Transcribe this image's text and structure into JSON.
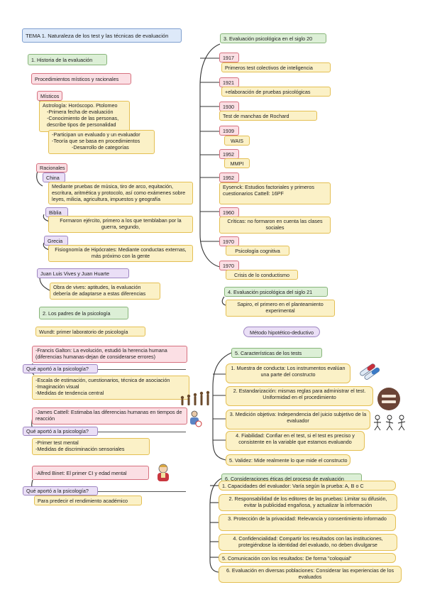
{
  "title": "TEMA 1. Naturaleza de los test y las técnicas de evaluación",
  "sec1": {
    "heading": "1. Historia de la evaluación",
    "subheading": "Procedimientos místicos y racionales",
    "misticos": {
      "label": "Místicos",
      "text1": "Astrología: Horóscopo. Ptolomeo",
      "text2": "-Primera fecha de evaluación",
      "text3": "-Conocimiento de las personas,",
      "text4": "describe tipos de personalidad",
      "text5": "-Participan un evaluado y un evaluador",
      "text6": "-Teoría que se basa en procedimientos",
      "text7": "-Desarrollo de categorías"
    },
    "racionales": {
      "label": "Racionales",
      "china_label": "China",
      "china_text": "Mediante pruebas de música, tiro de arco, equitación, escritura, aritmética y protocolo, así como exámenes sobre leyes, milicia, agricultura, impuestos y geografía",
      "biblia_label": "Biblia",
      "biblia_text": "Formaron ejército, primero a los que temblaban por la guerra, segundo,",
      "grecia_label": "Grecia",
      "grecia_text": "Fisiognomía de Hipócrates: Mediante conductas externas, más próximo con la gente"
    },
    "vives_label": "Juan Luis Vives y Juan Huarte",
    "vives_text": "Obra de vives: aptitudes, la evaluación debería de adaptarse a estas diferencias"
  },
  "sec2": {
    "heading": "2. Los padres de la psicología",
    "wundt": "Wundt: primer laboratorio de psicología",
    "question": "Qué aportó a la psicología?",
    "galton": {
      "text": "-Francis Galton: La evolución, estudió la herencia humana (diferencias humanas-dejan de considerarse errores)",
      "contrib1": "-Escala de estimación, cuestionarios, técnica de asociación",
      "contrib2": "-Imaginación visual",
      "contrib3": "-Medidas de tendencia central"
    },
    "cattell": {
      "text": "-James Cattell: Estimaba las diferencias humanas en tiempos de reacción",
      "contrib1": "-Primer test mental",
      "contrib2": "-Medidas de discriminación sensoriales"
    },
    "binet": {
      "text": "-Alfred Binet: El primer CI y edad mental",
      "contrib1": "Para predecir el rendimiento académico"
    }
  },
  "sec3": {
    "heading": "3. Evaluación psicológica en el siglo 20",
    "events": [
      {
        "year": "1917",
        "text": "Primeros test colectivos de inteligencia"
      },
      {
        "year": "1921",
        "text": "+elaboración de pruebas psicológicas"
      },
      {
        "year": "1930",
        "text": "Test de manchas de Rochard"
      },
      {
        "year": "1939",
        "text": "WAIS"
      },
      {
        "year": "1952",
        "text": "MMPI"
      },
      {
        "year": "1952",
        "text": "Eysenck: Estudios factoriales y primeros cuestionarios Cattell: 16PF"
      },
      {
        "year": "1960",
        "text": "Críticas: no formaron en cuenta las clases sociales"
      },
      {
        "year": "1970",
        "text": "Psicología cognitiva"
      },
      {
        "year": "1970",
        "text": "Crisis de lo conductismo"
      }
    ]
  },
  "sec4": {
    "heading": "4. Evaluación psicológica del siglo 21",
    "text": "Sapiro, el primero en el planteamiento experimental",
    "method": "Método hipotético-deductivo"
  },
  "sec5": {
    "heading": "5. Características de los tests",
    "items": [
      "1. Muestra de conducta: Los instrumentos evalúan una parte del constructo",
      "2. Estandarización: mismas reglas para administrar el test. Uniformidad en el procedimiento",
      "3. Medición objetiva: Independencia del juicio subjetivo de la evaluador",
      "4. Fiabilidad: Confiar en el test, si el test es preciso y consistente en la variable que estamos evaluando",
      "5. Validez: Mide realmente lo que mide el constructo"
    ]
  },
  "sec6": {
    "heading": "6. Consideraciones éticas del proceso de evaluación",
    "items": [
      "1. Capacidades del evaluador: Varía según la prueba: A, B o C",
      "2. Responsabilidad de los editores de las pruebas: Limitar su difusión, evitar la publicidad engañosa, y actualizar la información",
      "3. Protección de la privacidad: Relevancia y consentimiento informado",
      "4. Confidencialidad: Compartir los resultados con las instituciones, protegiéndose la identidad del evaluado, no deben divulgarse",
      "5. Comunicación con los resultados: De forma \"coloquial\"",
      "6. Evaluación en diversas poblaciones: Considerar las experiencias de los evaluados"
    ]
  },
  "colors": {
    "blue": "#dde9f9",
    "green": "#dcefd6",
    "yellow": "#fbf1c7",
    "pink": "#fbdfe4",
    "purple": "#eadff6",
    "line": "#333333"
  }
}
